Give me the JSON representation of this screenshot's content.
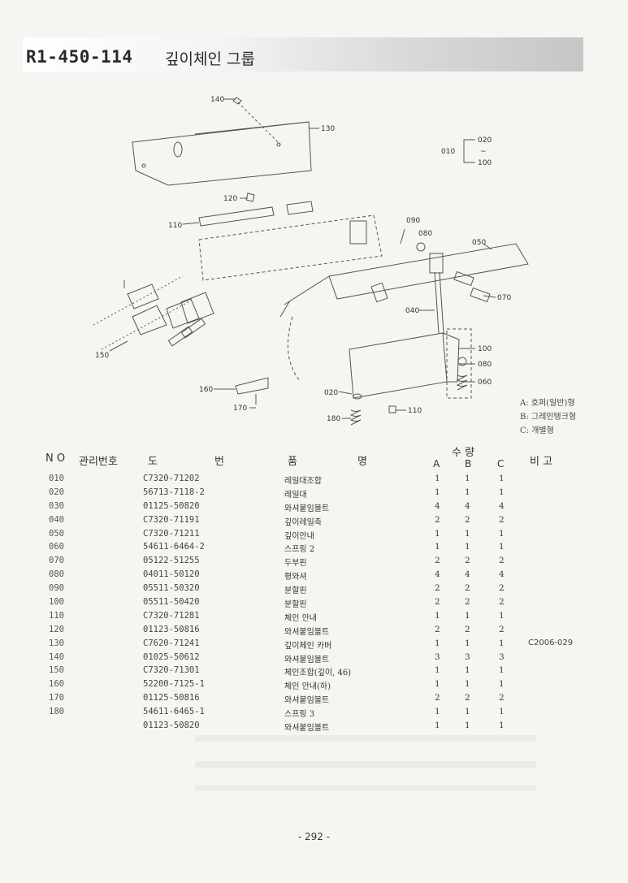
{
  "header": {
    "code": "R1-450-114",
    "title": "깊이체인 그룹"
  },
  "diagram": {
    "callouts": {
      "c140": "140",
      "c130": "130",
      "c120": "120",
      "c110a": "110",
      "c090": "090",
      "c080a": "080",
      "c050": "050",
      "c070": "070",
      "c040": "040",
      "c150": "150",
      "c100": "100",
      "c080b": "080",
      "c060": "060",
      "c160": "160",
      "c020": "020",
      "c170": "170",
      "c180": "180",
      "c110b": "110",
      "grp010": "010",
      "grp020": "020",
      "grp_tilde": "~",
      "grp100": "100"
    }
  },
  "legend": {
    "a": "A: 호퍼(일반)형",
    "b": "B: 그레인탱크형",
    "c": "C: 개별형"
  },
  "table": {
    "headers": {
      "no": "N O",
      "mgmt": "관리번호",
      "drawing": "도",
      "number": "번",
      "item": "품",
      "name": "명",
      "qty": "수  량",
      "a": "A",
      "b": "B",
      "c": "C",
      "remarks": "비   고"
    },
    "rows": [
      {
        "no": "010",
        "part": "C7320-71202",
        "name": "레일대조합",
        "a": "1",
        "b": "1",
        "c": "1",
        "rem": ""
      },
      {
        "no": "020",
        "part": "56713-7118-2",
        "name": "레일대",
        "a": "1",
        "b": "1",
        "c": "1",
        "rem": ""
      },
      {
        "no": "030",
        "part": "01125-50820",
        "name": "와셔붙임볼트",
        "a": "4",
        "b": "4",
        "c": "4",
        "rem": ""
      },
      {
        "no": "040",
        "part": "C7320-71191",
        "name": "깊이레일축",
        "a": "2",
        "b": "2",
        "c": "2",
        "rem": ""
      },
      {
        "no": "050",
        "part": "C7320-71211",
        "name": "깊이안내",
        "a": "1",
        "b": "1",
        "c": "1",
        "rem": ""
      },
      {
        "no": "060",
        "part": "54611-6464-2",
        "name": "스프링 2",
        "a": "1",
        "b": "1",
        "c": "1",
        "rem": ""
      },
      {
        "no": "070",
        "part": "05122-51255",
        "name": "두부핀",
        "a": "2",
        "b": "2",
        "c": "2",
        "rem": ""
      },
      {
        "no": "080",
        "part": "04011-50120",
        "name": "평와셔",
        "a": "4",
        "b": "4",
        "c": "4",
        "rem": ""
      },
      {
        "no": "090",
        "part": "05511-50320",
        "name": "분할핀",
        "a": "2",
        "b": "2",
        "c": "2",
        "rem": ""
      },
      {
        "no": "100",
        "part": "05511-50420",
        "name": "분할핀",
        "a": "2",
        "b": "2",
        "c": "2",
        "rem": ""
      },
      {
        "no": "110",
        "part": "C7320-71281",
        "name": "체인 안내",
        "a": "1",
        "b": "1",
        "c": "1",
        "rem": ""
      },
      {
        "no": "120",
        "part": "01123-50816",
        "name": "와셔붙임볼트",
        "a": "2",
        "b": "2",
        "c": "2",
        "rem": ""
      },
      {
        "no": "130",
        "part": "C7620-71241",
        "name": "깊이체인 카버",
        "a": "1",
        "b": "1",
        "c": "1",
        "rem": "C2006-029"
      },
      {
        "no": "140",
        "part": "01025-50612",
        "name": "와셔붙임볼트",
        "a": "3",
        "b": "3",
        "c": "3",
        "rem": ""
      },
      {
        "no": "150",
        "part": "C7320-71301",
        "name": "체인조합(깊이, 46)",
        "a": "1",
        "b": "1",
        "c": "1",
        "rem": ""
      },
      {
        "no": "160",
        "part": "52200-7125-1",
        "name": "체인 안내(하)",
        "a": "1",
        "b": "1",
        "c": "1",
        "rem": ""
      },
      {
        "no": "170",
        "part": "01125-50816",
        "name": "와셔붙임볼트",
        "a": "2",
        "b": "2",
        "c": "2",
        "rem": ""
      },
      {
        "no": "180",
        "part": "54611-6465-1",
        "name": "스프링 3",
        "a": "1",
        "b": "1",
        "c": "1",
        "rem": ""
      },
      {
        "no": "",
        "part": "01123-50820",
        "name": "와셔붙임볼트",
        "a": "1",
        "b": "1",
        "c": "1",
        "rem": ""
      }
    ]
  },
  "footer": {
    "page": "- 292 -"
  }
}
